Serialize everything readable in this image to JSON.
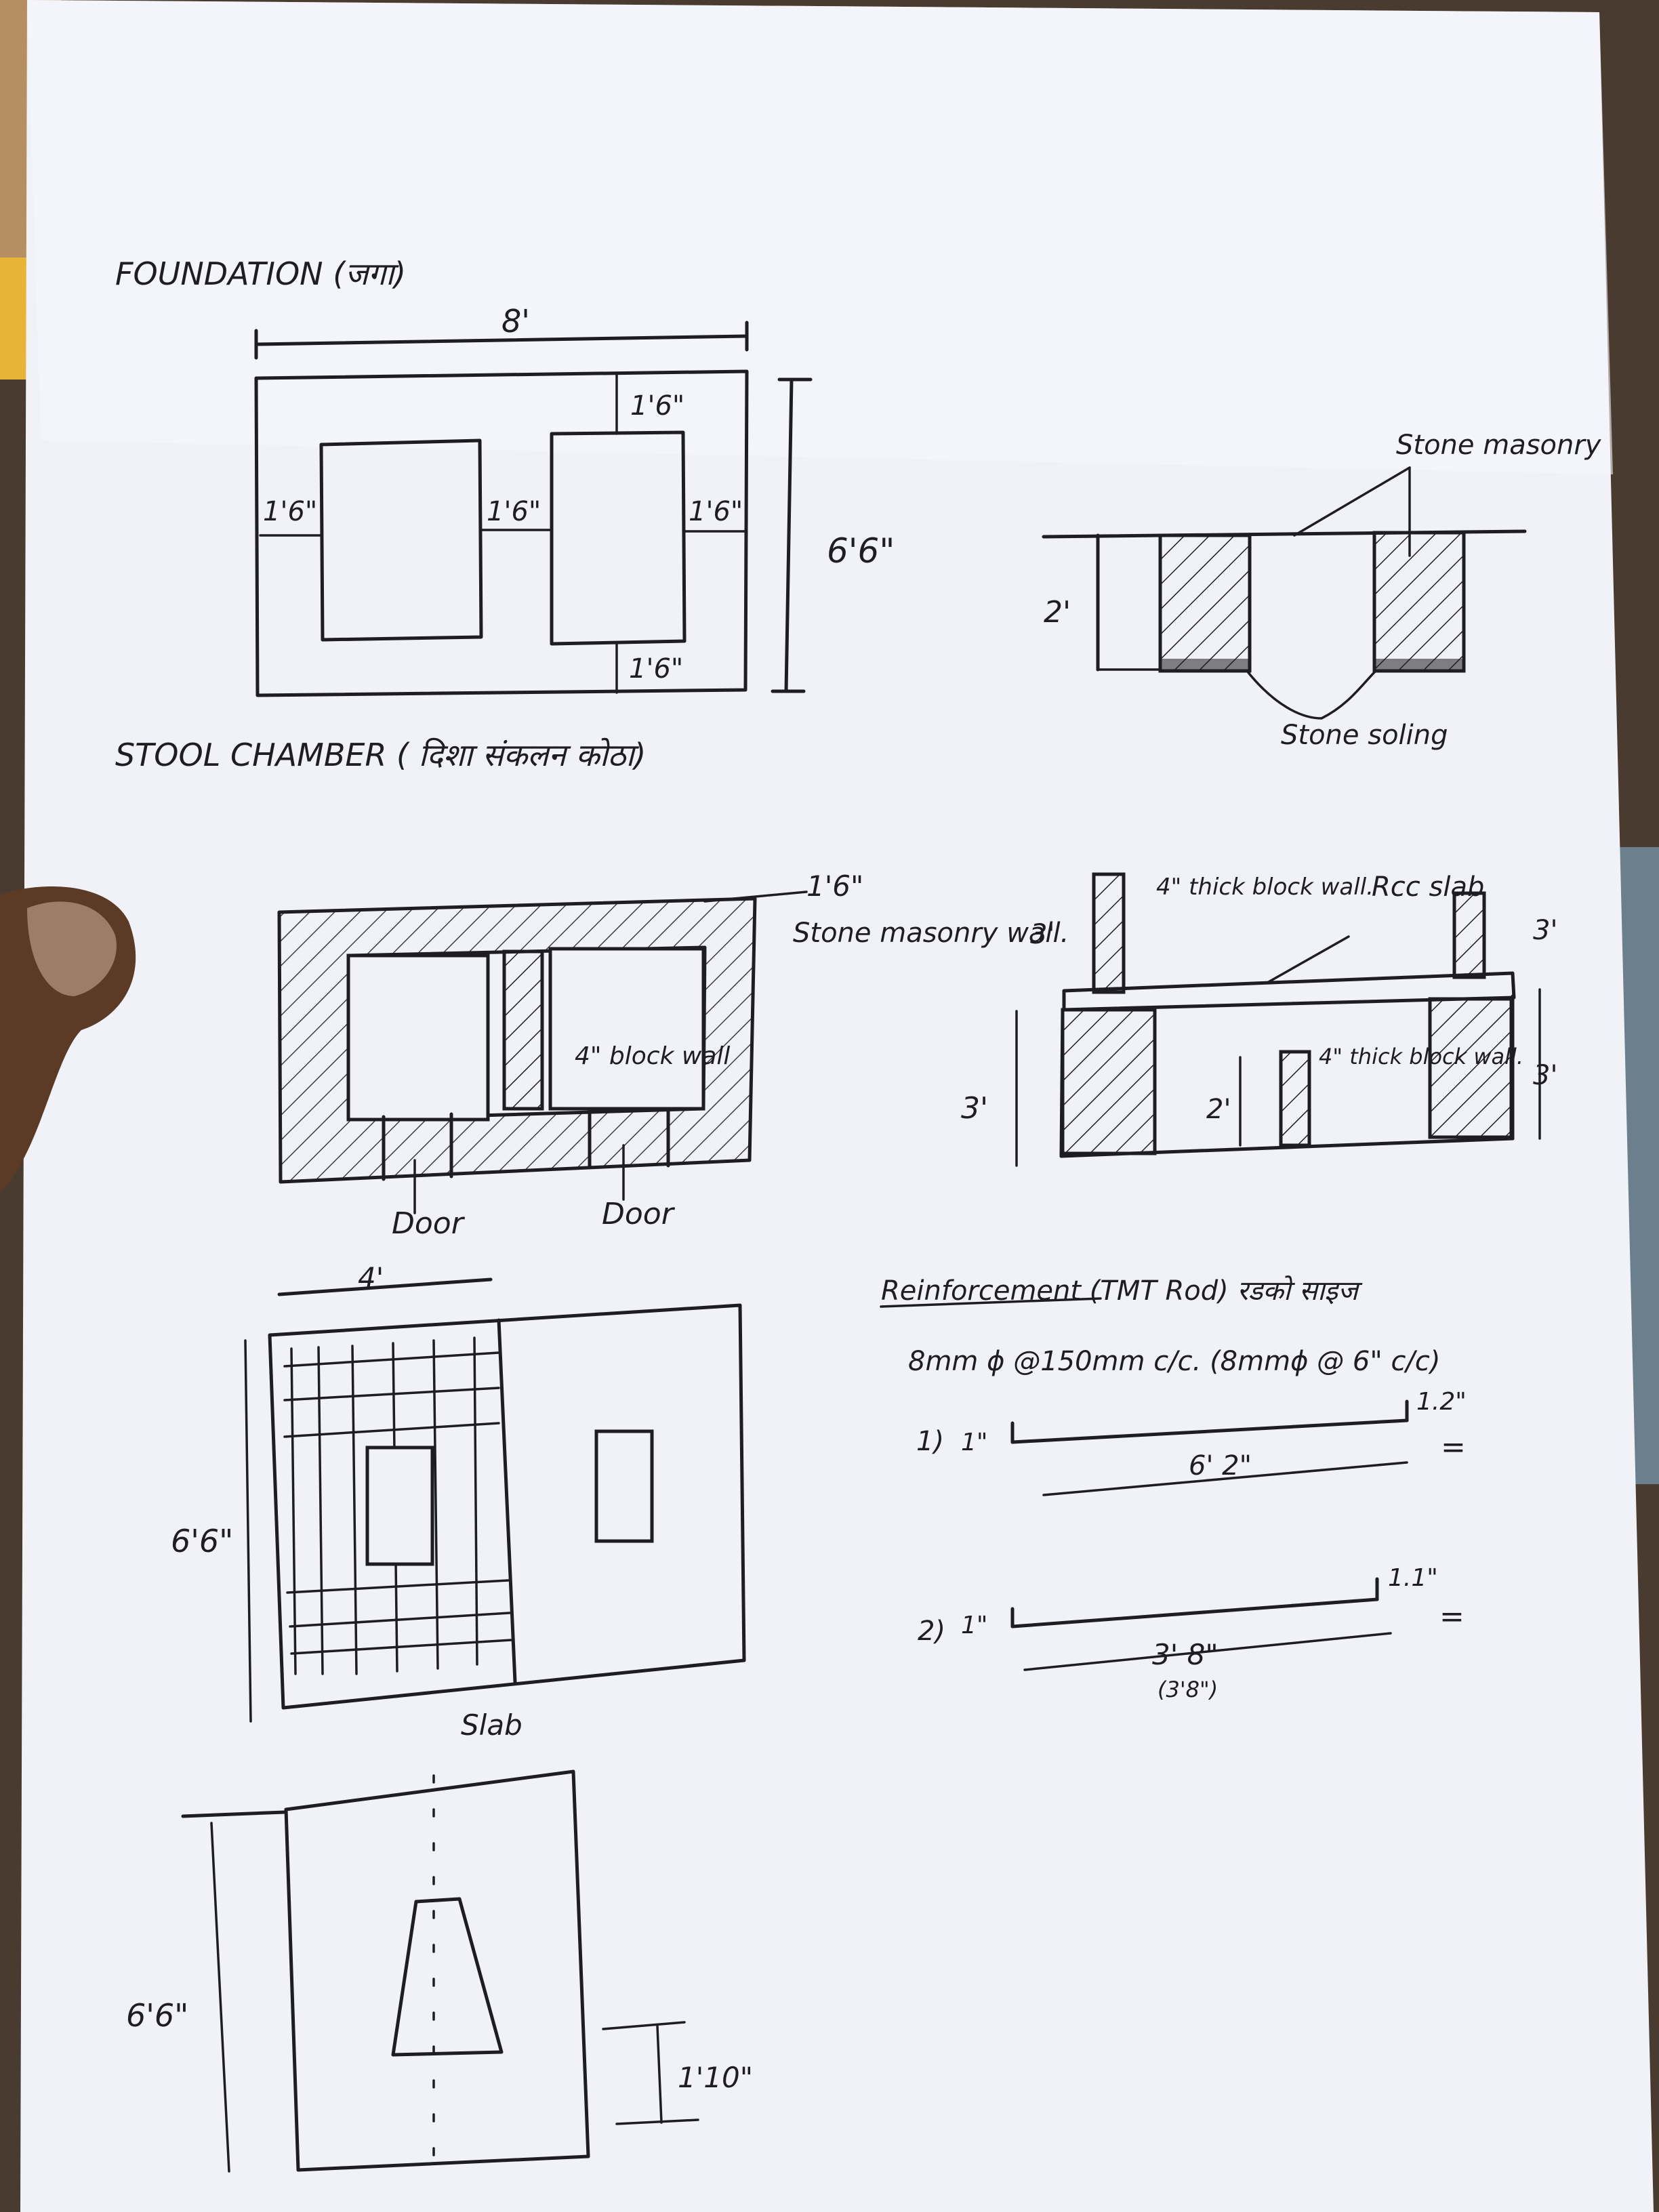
{
  "foundation": {
    "title": "FOUNDATION (जगा)",
    "width_dim": "8'",
    "height_dim": "6'6\"",
    "top_gap": "1'6\"",
    "left_gap": "1'6\"",
    "middle_gap": "1'6\"",
    "right_gap": "1'6\"",
    "bottom_gap": "1'6\""
  },
  "foundation_section": {
    "label_masonry": "Stone masonry",
    "label_soling": "Stone soling",
    "depth_dim": "2'"
  },
  "stool_chamber": {
    "title": "STOOL CHAMBER ( दिशा संकलन कोठा)",
    "wall_dim": "1'6\"",
    "label_wall": "Stone masonry wall.",
    "label_block": "4\" block wall",
    "door_left": "Door",
    "door_right": "Door"
  },
  "chamber_section": {
    "label_thick_block": "4\" thick block wall.",
    "label_rcc": "Rcc slab",
    "dim_left_top": "3'",
    "dim_right_top": "3'",
    "dim_left_bottom": "3'",
    "dim_right_bottom": "3'",
    "dim_center": "2'",
    "label_inner_block": "4\" thick block wall."
  },
  "slab": {
    "width_dim": "4'",
    "height_dim": "6'6\"",
    "label": "Slab"
  },
  "reinforcement": {
    "title": "Reinforcement (TMT Rod) रडको साइज",
    "spec": "8mm ϕ @150mm c/c. (8mmϕ @ 6\" c/c)",
    "bar1_num": "1)",
    "bar1_left": "1\"",
    "bar1_right": "1.2\"",
    "bar1_len": "6' 2\"",
    "bar1_eq": "=",
    "bar2_num": "2)",
    "bar2_left": "1\"",
    "bar2_right": "1.1\"",
    "bar2_len": "3' 8\"",
    "bar2_alt": "(3'8\")",
    "bar2_eq": "="
  },
  "pan_plan": {
    "height_dim": "6'6\"",
    "offset_dim": "1'10\""
  }
}
